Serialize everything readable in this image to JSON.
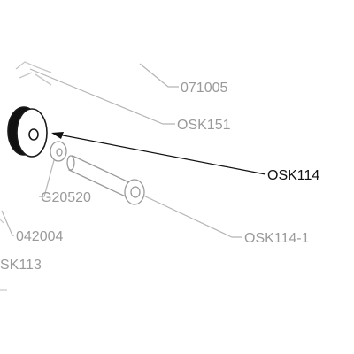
{
  "labels": {
    "part_071005": "071005",
    "part_osk151": "OSK151",
    "part_osk114": "OSK114",
    "part_g20520": "G20520",
    "part_042004": "042004",
    "part_osk114_1": "OSK114-1",
    "part_osk113": "SK113"
  },
  "highlighted_part": "OSK114",
  "colors": {
    "leader_dim": "#b5b5b5",
    "label_dim": "#9a9a9a",
    "highlight": "#111111",
    "part_outline": "#1a1a1a"
  }
}
